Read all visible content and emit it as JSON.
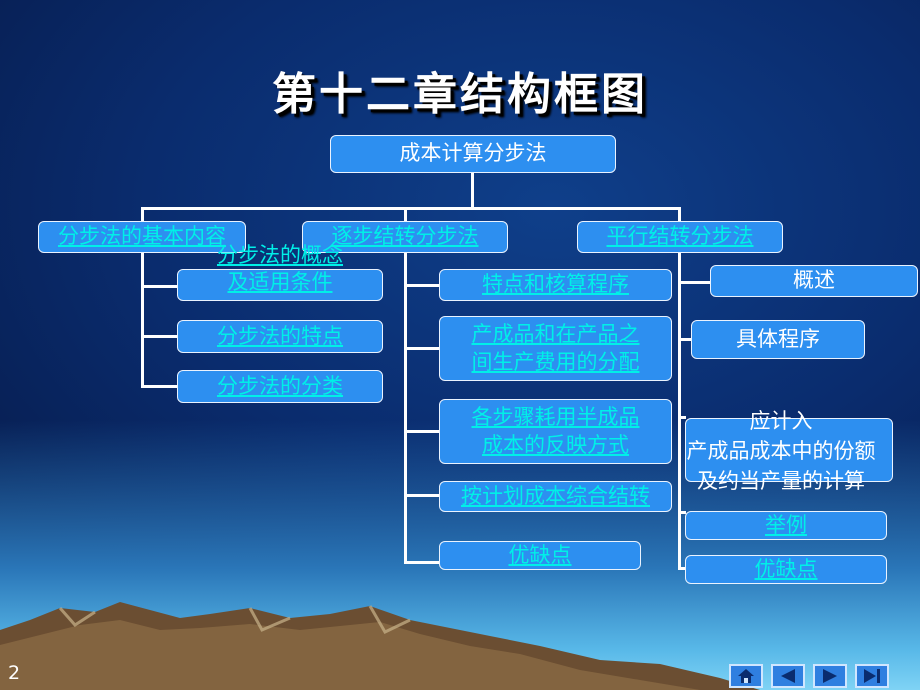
{
  "title": "第十二章结构框图",
  "page_number": "2",
  "root": "成本计算分步法",
  "branches": {
    "b1": {
      "label": "分步法的基本内容",
      "children": [
        "分步法的概念\n及适用条件",
        "分步法的特点",
        "分步法的分类"
      ]
    },
    "b2": {
      "label": "逐步结转分步法",
      "children": [
        "特点和核算程序",
        "产成品和在产品之\n间生产费用的分配",
        "各步骤耗用半成品\n成本的反映方式",
        "按计划成本综合结转",
        "优缺点"
      ]
    },
    "b3": {
      "label": "平行结转分步法",
      "children": [
        "概述",
        "具体程序",
        "应计入\n产成品成本中的份额\n及约当产量的计算",
        "举例",
        "优缺点"
      ]
    }
  },
  "nav": {
    "home_icon": "home-icon",
    "prev_icon": "triangle-left-icon",
    "next_icon": "triangle-right-icon",
    "last_icon": "skip-end-icon"
  },
  "colors": {
    "box_fill": "#2d8ff0",
    "link_text": "#00f0e8",
    "background": "#0a2c6e"
  }
}
